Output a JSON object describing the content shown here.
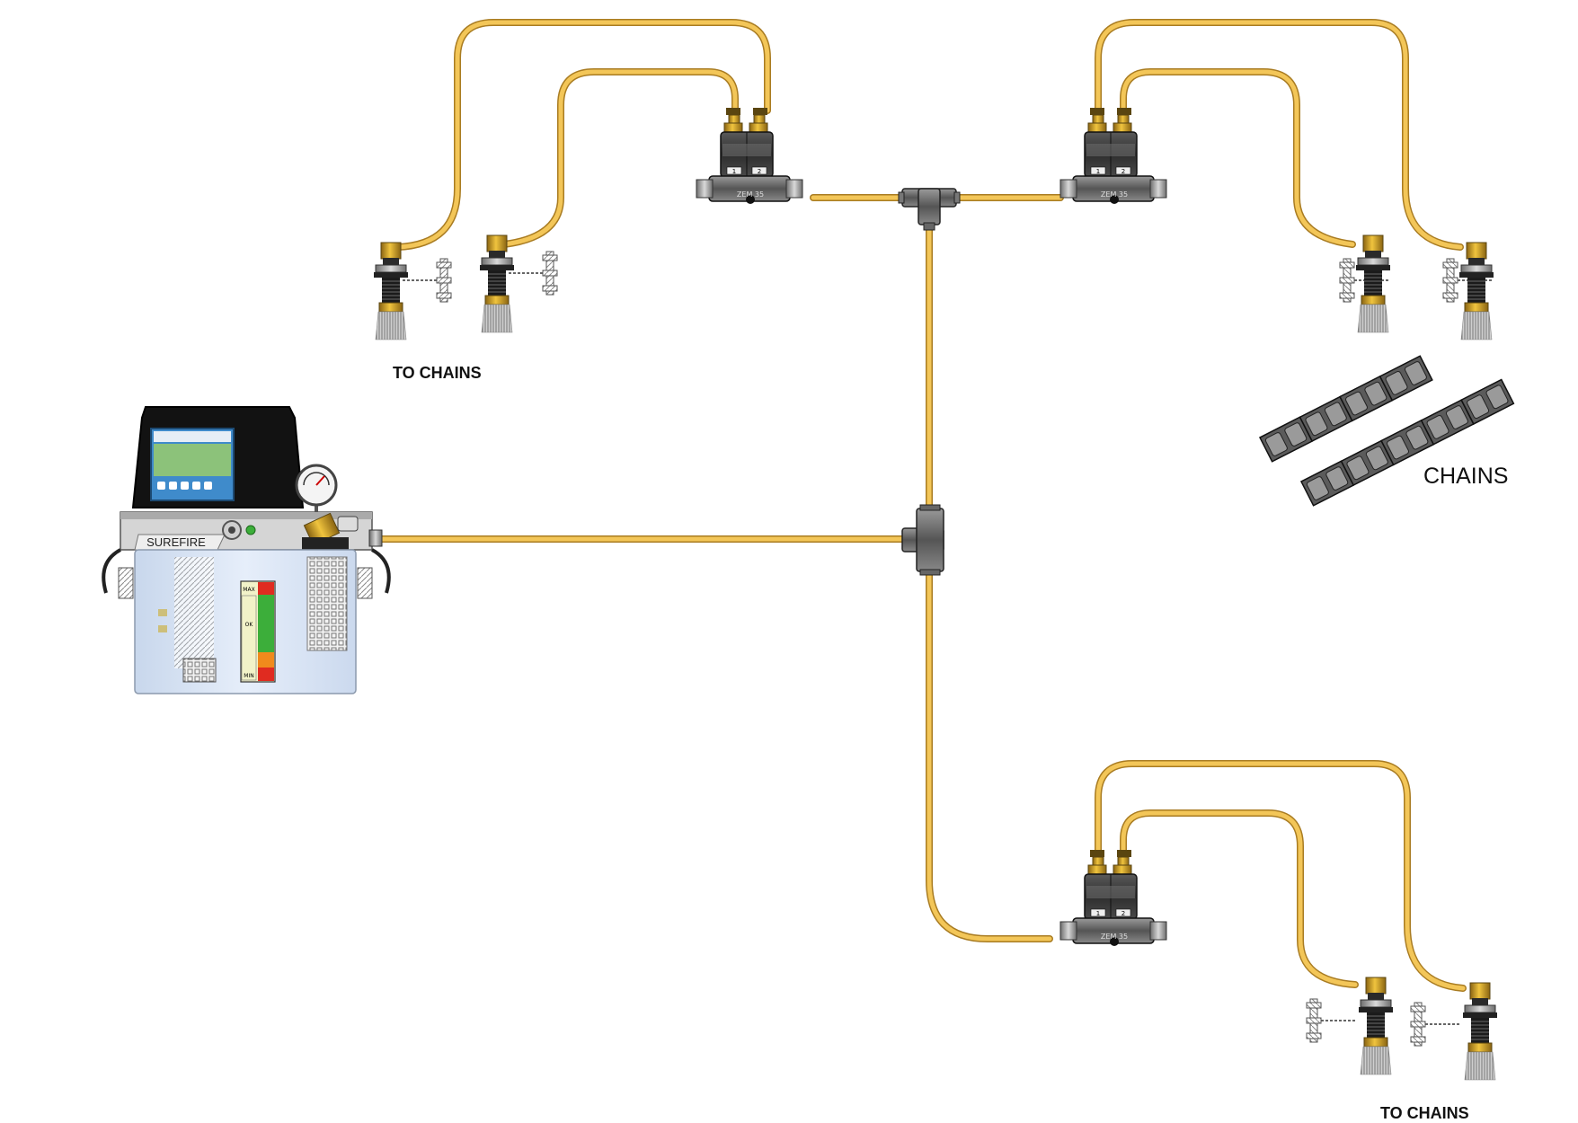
{
  "labels": {
    "to_chains_top_left": "TO CHAINS",
    "to_chains_bottom_right": "TO CHAINS",
    "chains": "CHAINS"
  },
  "pump": {
    "brand": "SUREFIRE",
    "level_gauge": {
      "max": "MAX",
      "ok": "OK",
      "min": "MIN"
    }
  },
  "valves": {
    "top_left": "ZEM 35",
    "top_right": "ZEM 35",
    "bottom_right": "ZEM 35"
  },
  "colors": {
    "tube": "#f2c24f",
    "tube_edge": "#b9892a",
    "brass": "#d4a52a",
    "valve_body": "#3d3d3d",
    "tank": "#dbe7f6",
    "screen": "#3b89c9",
    "level_green": "#3cae3a",
    "level_red": "#e02b20",
    "level_orange": "#f08a1c"
  },
  "icons": {
    "valve": "distribution-valve-icon",
    "tee": "tee-fitting-icon",
    "brush": "brush-applicator-icon",
    "chain": "roller-chain-icon",
    "pump": "lubrication-pump-icon"
  }
}
